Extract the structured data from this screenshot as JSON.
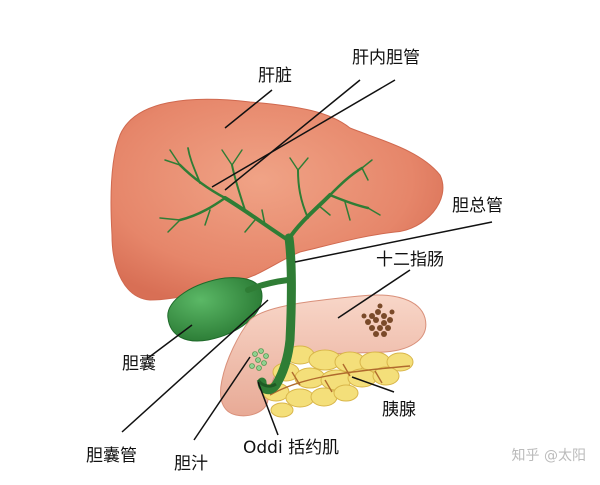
{
  "labels": {
    "liver": "肝脏",
    "intrahepatic_duct": "肝内胆管",
    "common_bile_duct": "胆总管",
    "duodenum": "十二指肠",
    "gallbladder": "胆囊",
    "pancreas": "胰腺",
    "cystic_duct": "胆囊管",
    "bile": "胆汁",
    "sphincter_of_oddi": "Oddi 括约肌"
  },
  "watermark": "知乎 @太阳",
  "colors": {
    "liver": "#e88a6c",
    "duct": "#2f7d35",
    "gallbladder": "#3f9a4a",
    "duodenum": "#f2c4b4",
    "pancreas": "#f4df7a",
    "stone": "#7a4a2a"
  }
}
